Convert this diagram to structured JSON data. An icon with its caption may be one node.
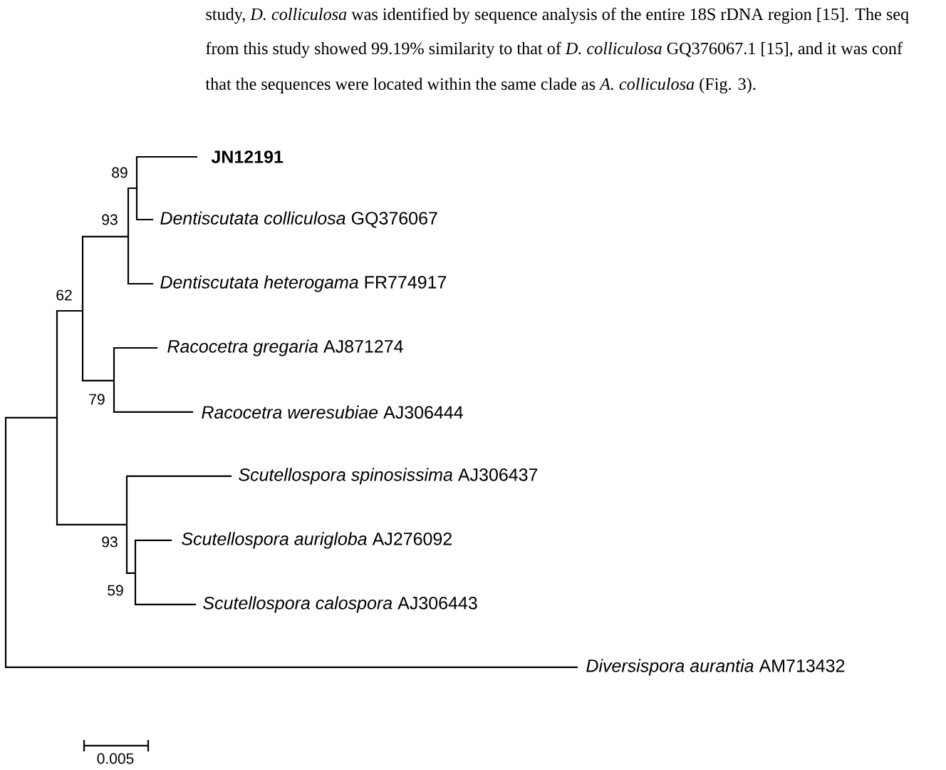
{
  "diagram": {
    "nodes": [
      {
        "text": [
          "JN12191"
        ]
      },
      {
        "text": [
          "*Dentiscutata colliculosa* GQ376067"
        ]
      },
      {
        "text": [
          "*Dentiscutata heterogama* FR774917"
        ]
      },
      {
        "text": [
          "*Racocetra gregaria* AJ871274"
        ]
      },
      {
        "text": [
          "*Racocetra weresubiae* AJ306444"
        ]
      },
      {
        "text": [
          "*Scutellospora spinosissima* AJ306437"
        ]
      },
      {
        "text": [
          "*Scutellospora aurigloba* AJ276092"
        ]
      },
      {
        "text": [
          "*Scutellospora calospora* AJ306443"
        ]
      },
      {
        "text": [
          "*Diversispora aurantia* AM713432"
        ]
      }
    ],
    "labels": [
      "study, *D. colliculosa* was identified by sequence analysis of the entire 18S rDNA region [15]. The seq",
      "from this study showed 99.19% similarity to that of *D. colliculosa* GQ376067.1 [15], and it was conf",
      "that the sequences were located within the same clade as *A. colliculosa* (Fig. 3).",
      "89",
      "93",
      "62",
      "79",
      "93",
      "59",
      "0.005"
    ]
  }
}
